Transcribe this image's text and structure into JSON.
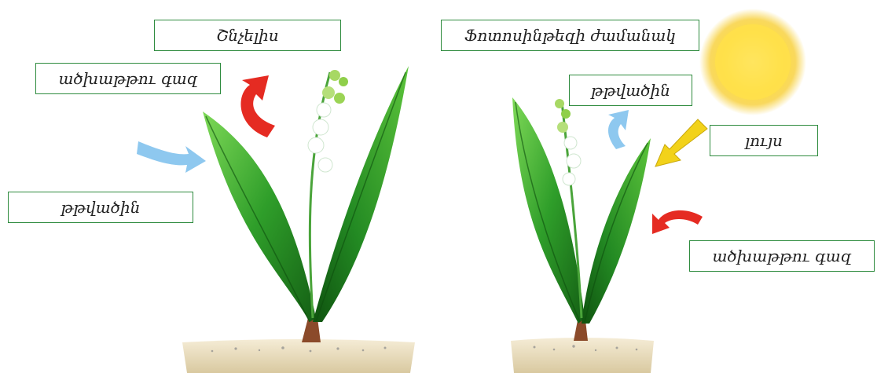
{
  "left_panel": {
    "title": "Շնչելիս",
    "labels": {
      "co2": "ածխաթթու գազ",
      "o2": "թթվածին"
    }
  },
  "right_panel": {
    "title": "Ֆոտոսինթեզի ժամանակ",
    "labels": {
      "o2": "թթվածին",
      "light": "լույս",
      "co2": "ածխաթթու գազ"
    }
  },
  "colors": {
    "frame": "#2e8b3e",
    "leaf_dark": "#1f7a1f",
    "leaf_light": "#6cc83a",
    "arrow_red": "#e52b22",
    "arrow_blue": "#8ec8ef",
    "arrow_yellow": "#f2d21a",
    "sun": "#ffe14a",
    "soil": "#efe4c8"
  }
}
